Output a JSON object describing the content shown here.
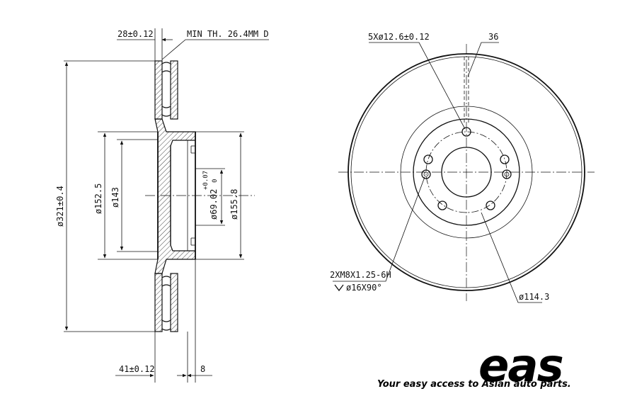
{
  "side_view": {
    "dims": {
      "overall_thickness": "28±0.12",
      "min_thickness": "MIN TH. 26.4MM D",
      "outer_diameter": "ø321±0.4",
      "d_152": "ø152.5",
      "d_143": "ø143",
      "center_bore": "ø69.02",
      "center_bore_tol": "+0.07",
      "center_bore_tol_low": "0",
      "hat_diameter": "ø155.8",
      "hat_height": "41±0.12",
      "hat_thickness": "8"
    }
  },
  "front_view": {
    "dims": {
      "bolt_holes": "5Xø12.6±0.12",
      "vent_count": "36",
      "threaded_holes": "2XM8X1.25-6H",
      "countersink": "ø16X90°",
      "pcd": "ø114.3"
    }
  },
  "brand": {
    "logo_text": "eas",
    "tagline": "Your easy access to Asian auto parts."
  }
}
